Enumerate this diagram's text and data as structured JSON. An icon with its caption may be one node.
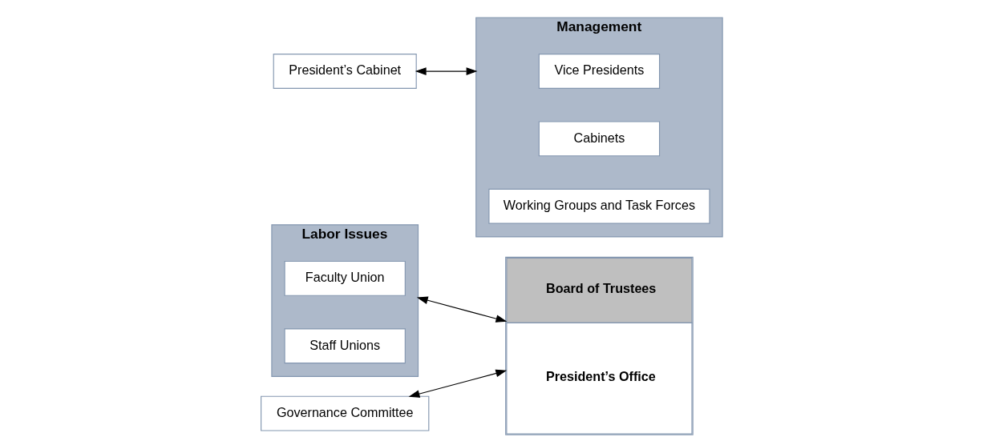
{
  "diagram": {
    "nodes": [
      {
        "text": [
          "Labor Issues"
        ]
      },
      {
        "text": [
          "Faculty Union"
        ],
        "in": 0
      },
      {
        "text": [
          "Staff Unions"
        ],
        "in": 0
      },
      {
        "text": [
          "Board of Trustees",
          "President’s Office"
        ]
      },
      {
        "text": [
          "President’s Cabinet"
        ]
      },
      {
        "text": [
          "Governance Committee"
        ]
      },
      {
        "text": [
          "Management"
        ]
      },
      {
        "text": [
          "Vice Presidents"
        ],
        "in": 6
      },
      {
        "text": [
          "Cabinets"
        ],
        "in": 6
      },
      {
        "text": [
          "Working Groups and Task Forces"
        ],
        "in": 6
      }
    ],
    "edges": [
      {
        "from": 0,
        "to": 3,
        "arrow": "both"
      },
      {
        "from": 5,
        "to": 3,
        "arrow": "both"
      },
      {
        "from": 4,
        "to": 6,
        "arrow": "both"
      }
    ]
  }
}
